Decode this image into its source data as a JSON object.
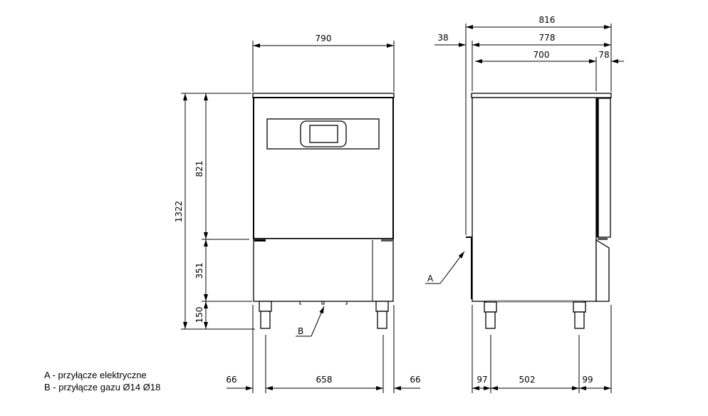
{
  "front_view": {
    "width_total": "790",
    "height_total": "1322",
    "height_upper": "821",
    "height_middle": "351",
    "height_legs": "150",
    "bottom_left_offset": "66",
    "bottom_leg_span": "658",
    "bottom_right_offset": "66",
    "label_b": "B"
  },
  "side_view": {
    "depth_total": "816",
    "depth_body": "778",
    "rear_offset": "38",
    "depth_inner": "700",
    "door_depth": "78",
    "bottom_rear_offset": "97",
    "bottom_leg_span": "502",
    "bottom_front_offset": "99",
    "label_a": "A"
  },
  "legend": [
    "A - przyłącze elektryczne",
    "B - przyłącze gazu Ø14 Ø18"
  ]
}
